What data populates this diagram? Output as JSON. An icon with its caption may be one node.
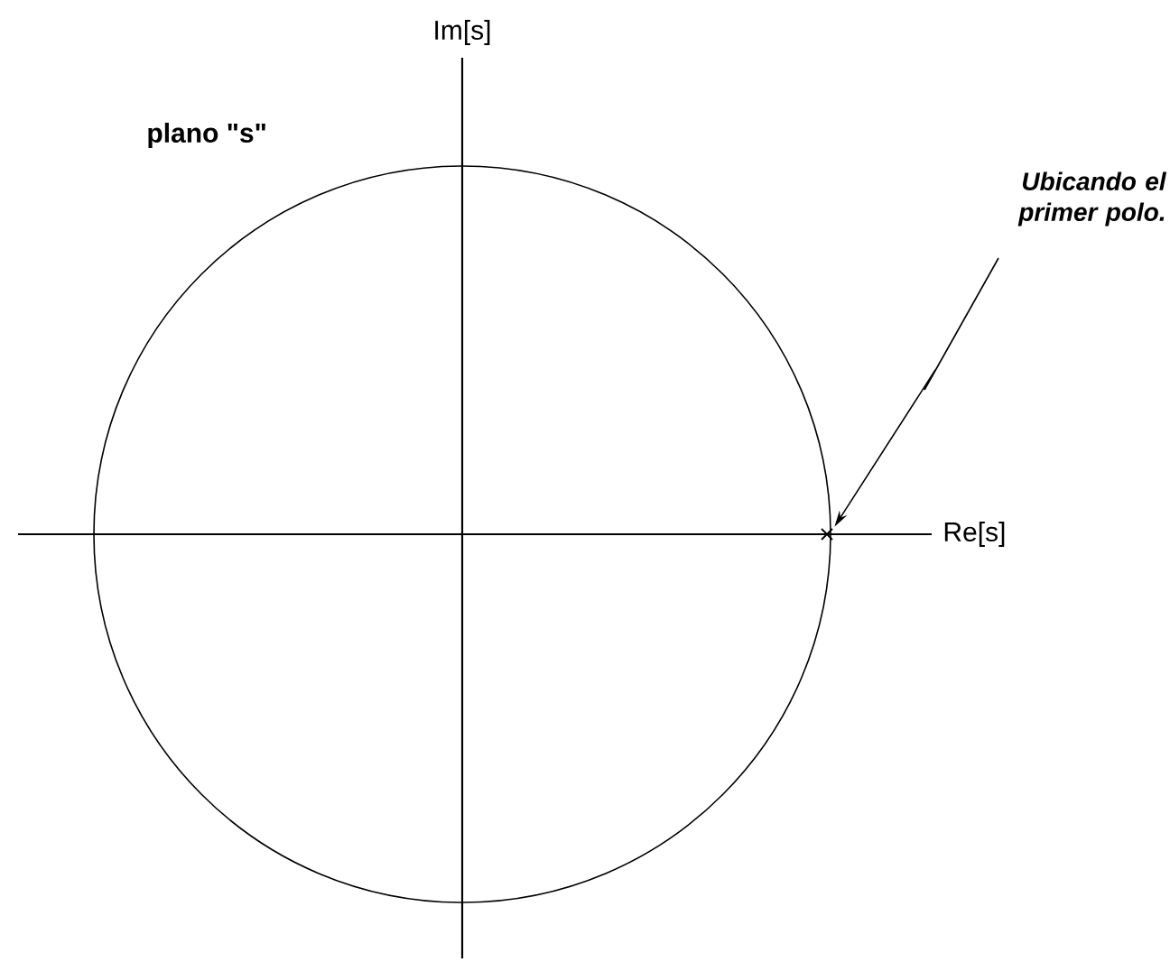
{
  "diagram": {
    "nodes": [
      {
        "text": [
          "Ubicando el primer polo."
        ]
      },
      {
        "text": [],
        "shape": "cross"
      }
    ],
    "edges": [
      {
        "from": 0,
        "to": 1,
        "arrow": "to"
      }
    ],
    "labels": [
      "Im[s]",
      "plano \"s\"",
      "Re[s]"
    ]
  }
}
